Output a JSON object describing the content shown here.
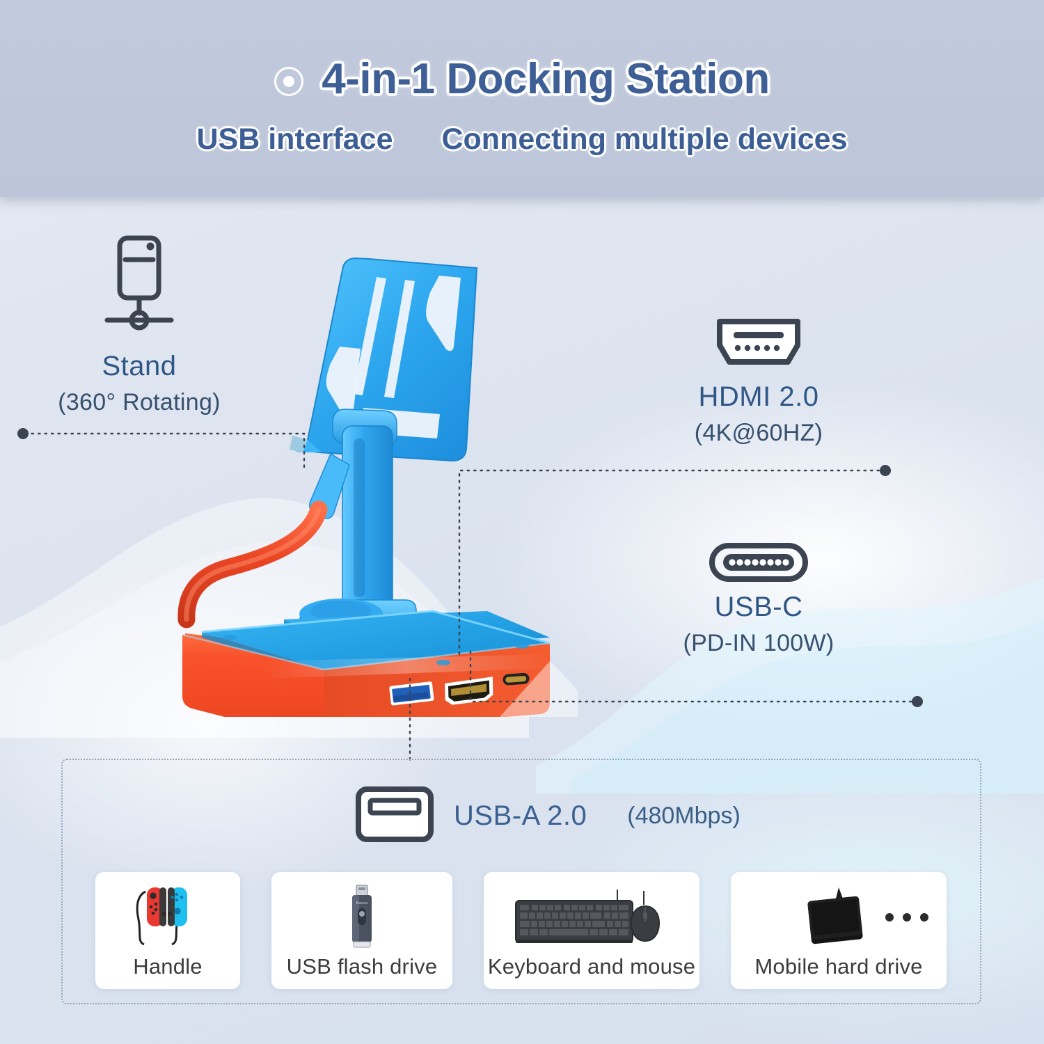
{
  "header": {
    "bullet_icon": "bullet-dot-icon",
    "title": "4-in-1 Docking Station",
    "subtitle_left": "USB interface",
    "subtitle_right": "Connecting multiple devices"
  },
  "features": [
    {
      "id": "stand",
      "icon": "phone-stand-rotating-icon",
      "title": "Stand",
      "sub": "(360° Rotating)"
    },
    {
      "id": "hdmi",
      "icon": "hdmi-port-icon",
      "title": "HDMI 2.0",
      "sub": "(4K@60HZ)"
    },
    {
      "id": "usbc",
      "icon": "usb-c-port-icon",
      "title": "USB-C",
      "sub": "(PD-IN 100W)"
    }
  ],
  "usba_section": {
    "icon": "usb-a-port-icon",
    "label": "USB-A 2.0",
    "speed": "(480Mbps)",
    "cards": [
      {
        "id": "handle",
        "icon": "joycon-controllers-icon",
        "caption": "Handle"
      },
      {
        "id": "flash",
        "icon": "usb-flash-drive-icon",
        "caption": "USB flash drive"
      },
      {
        "id": "keyboard",
        "icon": "keyboard-mouse-icon",
        "caption": "Keyboard and mouse"
      },
      {
        "id": "hdd",
        "icon": "portable-hard-drive-icon",
        "caption": "Mobile hard drive"
      }
    ],
    "more_indicator": "ellipsis-dots-icon"
  },
  "product": {
    "name": "docking-station-with-phone-stand",
    "base_top_color": "#2aa3e8",
    "base_body_color": "#f4502a",
    "stand_color": "#33a6f0",
    "cable_color": "#e8442a",
    "ports": [
      "usb-a-port",
      "hdmi-port",
      "usb-c-port"
    ]
  },
  "colors": {
    "header_bg": "#bfc8db",
    "body_bg": "#dbe2ee",
    "title_blue": "#3d5f96",
    "feature_blue": "#2f5786",
    "icon_dark": "#3b4450",
    "dash_border": "#96a5bd"
  }
}
